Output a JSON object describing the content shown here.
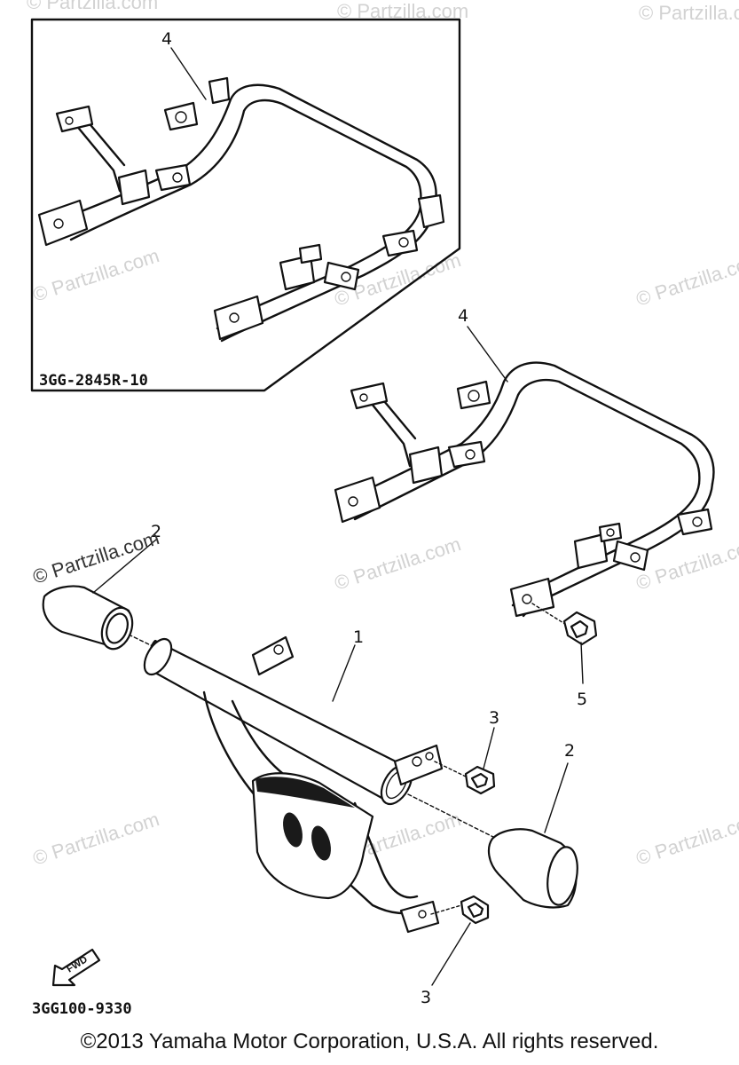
{
  "callouts": {
    "inset_frame": "4",
    "rear_frame": "4",
    "bumper": "1",
    "cap_left": "2",
    "cap_right": "2",
    "bolt_top": "3",
    "bolt_bottom": "3",
    "bolt_frame": "5"
  },
  "codes": {
    "inset": "3GG-2845R-10",
    "diagram": "3GG100-9330"
  },
  "forward_label": "FWD",
  "watermark": "© Partzilla.com",
  "copyright": "©2013  Yamaha Motor Corporation, U.S.A. All rights reserved."
}
